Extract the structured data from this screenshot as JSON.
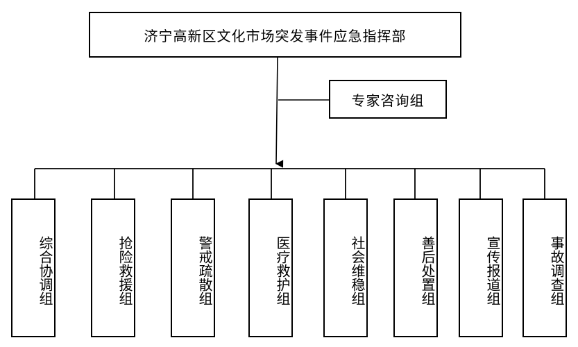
{
  "headquarters": {
    "label": "济宁高新区文化市场突发事件应急指挥部"
  },
  "advisory": {
    "label": "专家咨询组"
  },
  "groups": [
    {
      "label": "综合协调组"
    },
    {
      "label": "抢险救援组"
    },
    {
      "label": "警戒疏散组"
    },
    {
      "label": "医疗救护组"
    },
    {
      "label": "社会维稳组"
    },
    {
      "label": "善后处置组"
    },
    {
      "label": "宣传报道组"
    },
    {
      "label": "事故调查组"
    }
  ],
  "colors": {
    "line": "#000000",
    "background": "#ffffff"
  }
}
